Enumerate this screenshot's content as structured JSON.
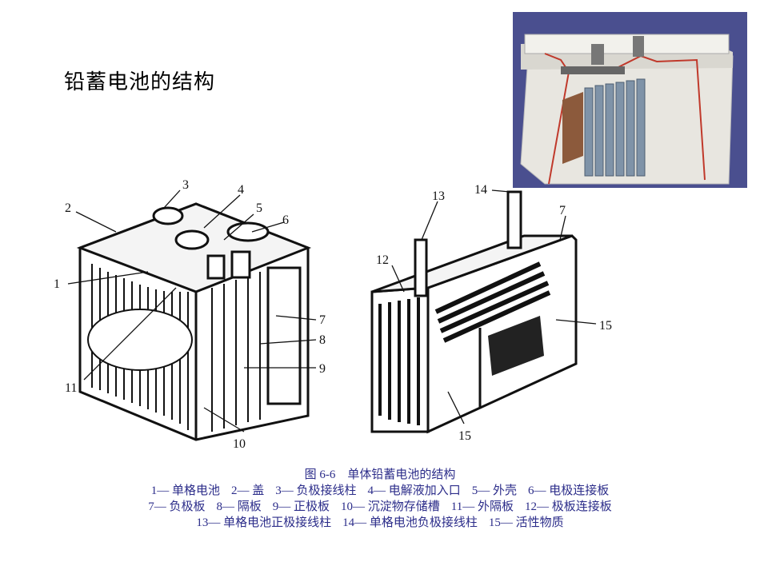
{
  "slide": {
    "title": "铅蓄电池的结构"
  },
  "figure": {
    "caption_title": "图 6-6　单体铅蓄电池的结构",
    "legend_rows": [
      [
        "1— 单格电池",
        "2— 盖",
        "3— 负极接线柱",
        "4— 电解液加入口",
        "5— 外壳",
        "6— 电极连接板"
      ],
      [
        "7— 负极板",
        "8— 隔板",
        "9— 正极板",
        "10— 沉淀物存储槽",
        "11— 外隔板",
        "12— 极板连接板"
      ],
      [
        "13— 单格电池正极接线柱",
        "14— 单格电池负极接线柱",
        "15— 活性物质"
      ]
    ],
    "callouts_left": [
      "1",
      "2",
      "3",
      "4",
      "5",
      "6",
      "7",
      "8",
      "9",
      "10",
      "11"
    ],
    "callouts_right": [
      "12",
      "13",
      "14",
      "7",
      "15",
      "15"
    ]
  },
  "colors": {
    "caption": "#2c2d8a",
    "photo_bg": "#4a4f8f"
  }
}
